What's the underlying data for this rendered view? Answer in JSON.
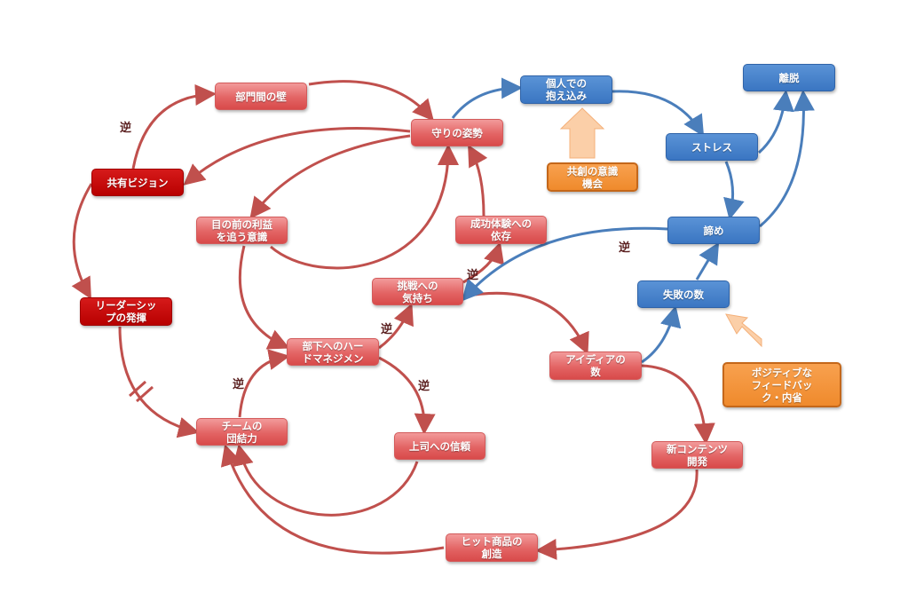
{
  "colors": {
    "red_link": "#c0504d",
    "blue_link": "#4a7ebb",
    "hint_arrow": "#fbcfa8"
  },
  "nodes": {
    "wall": "部門間の壁",
    "defensive": "守りの姿勢",
    "vision": "共有ビジョン",
    "short_term": "目の前の利益\nを追う意識",
    "success_dep": "成功体験への\n依存",
    "challenge": "挑戦への\n気持ち",
    "leadership": "リーダーシッ\nプの発揮",
    "hard_mgmt": "部下へのハー\nドマネジメン",
    "ideas": "アイディアの\n数",
    "team": "チームの\n団結力",
    "trust": "上司への信頼",
    "new_content": "新コンテンツ\n開発",
    "hit": "ヒット商品の\n創造",
    "isolation": "個人での\n抱え込み",
    "leave": "離脱",
    "stress": "ストレス",
    "resign": "諦め",
    "failures": "失敗の数",
    "cocreation": "共創の意識\n機会",
    "feedback": "ポジティブな\nフィードバッ\nク・内省"
  },
  "reverse_label": "逆"
}
